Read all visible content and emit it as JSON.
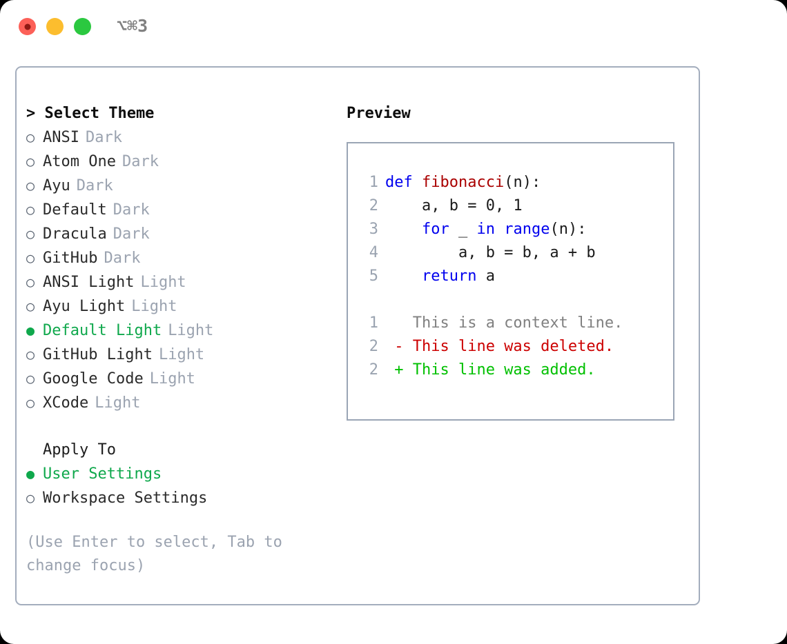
{
  "window": {
    "shortcut_label": "⌥⌘3",
    "traffic_lights": [
      {
        "name": "close",
        "color": "#fc6058"
      },
      {
        "name": "minimize",
        "color": "#fcbd2e"
      },
      {
        "name": "maximize",
        "color": "#2bc840"
      }
    ]
  },
  "theme_picker": {
    "heading": "> Select Theme",
    "items": [
      {
        "bullet": "○",
        "label": "ANSI",
        "kind": "Dark",
        "selected": false
      },
      {
        "bullet": "○",
        "label": "Atom One",
        "kind": "Dark",
        "selected": false
      },
      {
        "bullet": "○",
        "label": "Ayu",
        "kind": "Dark",
        "selected": false
      },
      {
        "bullet": "○",
        "label": "Default",
        "kind": "Dark",
        "selected": false
      },
      {
        "bullet": "○",
        "label": "Dracula",
        "kind": "Dark",
        "selected": false
      },
      {
        "bullet": "○",
        "label": "GitHub",
        "kind": "Dark",
        "selected": false
      },
      {
        "bullet": "○",
        "label": "ANSI Light",
        "kind": "Light",
        "selected": false
      },
      {
        "bullet": "○",
        "label": "Ayu Light",
        "kind": "Light",
        "selected": false
      },
      {
        "bullet": "●",
        "label": "Default Light",
        "kind": "Light",
        "selected": true
      },
      {
        "bullet": "○",
        "label": "GitHub Light",
        "kind": "Light",
        "selected": false
      },
      {
        "bullet": "○",
        "label": "Google Code",
        "kind": "Light",
        "selected": false
      },
      {
        "bullet": "○",
        "label": "XCode",
        "kind": "Light",
        "selected": false
      }
    ]
  },
  "apply_to": {
    "heading": "Apply To",
    "items": [
      {
        "bullet": "●",
        "label": "User Settings",
        "selected": true
      },
      {
        "bullet": "○",
        "label": "Workspace Settings",
        "selected": false
      }
    ]
  },
  "hint": "(Use Enter to select, Tab to change focus)",
  "preview": {
    "heading": "Preview",
    "code_lines": [
      {
        "num": "1",
        "tokens": [
          {
            "t": "def ",
            "c": "kw"
          },
          {
            "t": "fibonacci",
            "c": "fn"
          },
          {
            "t": "(n):",
            "c": "plain"
          }
        ]
      },
      {
        "num": "2",
        "tokens": [
          {
            "t": "    a, b = 0, 1",
            "c": "plain"
          }
        ]
      },
      {
        "num": "3",
        "tokens": [
          {
            "t": "    ",
            "c": "plain"
          },
          {
            "t": "for",
            "c": "kw"
          },
          {
            "t": " _ ",
            "c": "plain"
          },
          {
            "t": "in",
            "c": "kw"
          },
          {
            "t": " ",
            "c": "plain"
          },
          {
            "t": "range",
            "c": "kw"
          },
          {
            "t": "(n):",
            "c": "plain"
          }
        ]
      },
      {
        "num": "4",
        "tokens": [
          {
            "t": "        a, b = b, a + b",
            "c": "plain"
          }
        ]
      },
      {
        "num": "5",
        "tokens": [
          {
            "t": "    ",
            "c": "plain"
          },
          {
            "t": "return",
            "c": "kw"
          },
          {
            "t": " a",
            "c": "plain"
          }
        ]
      }
    ],
    "diff_lines": [
      {
        "num": "1",
        "tokens": [
          {
            "t": "   This is a context line.",
            "c": "ctx"
          }
        ]
      },
      {
        "num": "2",
        "tokens": [
          {
            "t": " - This line was deleted.",
            "c": "del"
          }
        ]
      },
      {
        "num": "2",
        "tokens": [
          {
            "t": " + This line was added.",
            "c": "add"
          }
        ]
      }
    ]
  },
  "colors": {
    "selected_green": "#0fa84c",
    "muted_gray": "#9ba3b0",
    "keyword_blue": "#0000ee",
    "function_red": "#aa0000",
    "diff_delete": "#cc0000",
    "diff_add": "#00c000",
    "panel_border": "#a3adbd"
  }
}
